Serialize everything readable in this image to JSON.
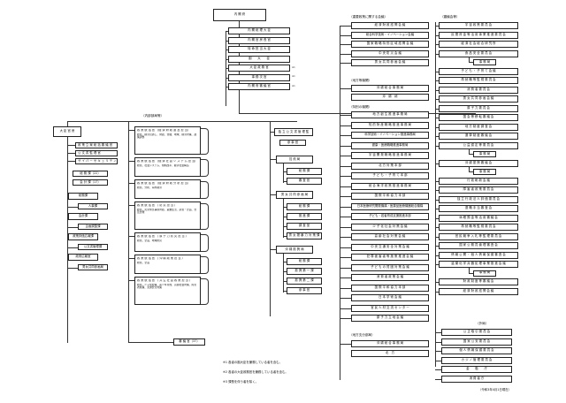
{
  "top": {
    "cabinet": "内 閣 府"
  },
  "ministers_column": [
    "内 閣 総 理 大 臣",
    "内 閣 官 房 長 官",
    "特 命 担 当 大 臣",
    "副　　大　　臣",
    "大 臣 政 務 官",
    "事 務 次 官",
    "内 閣 府 審 議 官"
  ],
  "ministers_sup": [
    "※1",
    "※1",
    "※1"
  ],
  "council_header": "（重要政策に関する会議）",
  "councils": [
    "経 済 財 政 諮 問 会 議",
    "総合科学技術・イノベーション会議",
    "国 家 戦 略 特 別 区 域 諮 問 会 議",
    "中 央 防 災 会 議",
    "男 女 共 同 参 画 会 議"
  ],
  "regional_header": "（地方等機関）",
  "regional": [
    "沖 縄 総 合 事 務 局",
    "沖　縄　綜"
  ],
  "special_header": "（特別の機関）",
  "special_orgs": [
    "地 方 創 生 推 進 事 務 局",
    "知 的 財 産 戦 略 推 進 事 務 局",
    "科学技術・イノベーション推進事務局",
    "健康・医療戦略推進事務局",
    "宇 宙 開 発 戦 略 推 進 事 務 局",
    "北 方 対 策 本 部",
    "子 ど も ・ 子 育 て 本 部",
    "総 合 海 洋 政 策 推 進 事 務 局",
    "国 際 平 和 協 力 本 部",
    "日本医療研究開発機構・医薬品医療機器総合機構",
    "子ども・若者育成支援推進本部",
    "少 子 化 社 会 対 策 会 議",
    "高 齢 社 会 対 策 会 議",
    "中 央 交 通 安 全 対 策 会 議",
    "犯 罪 被 害 者 等 施 策 推 進 会 議",
    "子 ど も の 貧 困 対 策 会 議",
    "消 費 者 政 策 会 議",
    "国 際 平 和 協 力 本 部",
    "日 本 学 術 会 議",
    "官 民 人 材 交 流 セ ン タ ー",
    "原 子 力 立 地 会 議"
  ],
  "local_header": "（地方支分部局）",
  "local": [
    "沖 縄 総 合 事 務 局",
    "北　方"
  ],
  "shingikai_header": "（審議会等）",
  "shingikai": [
    "宇 宙 政 策 委 員 会",
    "民 間 資 金 等 活 用 事 業 推 進 委 員 会",
    "経 済 社 会 総 合 研 究 所",
    "食 品 安 全 委 員 会",
    "子 ど も ・ 子 育 て 会 議",
    "再 就 職 等 監 視 委 員 会",
    "消 費 者 委 員 会",
    "男 女 共 同 参 画 会 議",
    "原 子 力 委 員 会",
    "国 会 等 移 転 審 議 会",
    "地 方 制 度 調 査 会",
    "選 挙 制 度 審 議 会",
    "公 益 認 定 等 委 員 会",
    "沖 縄 振 興 審 議 会",
    "行 政 刷 新 会 議",
    "障 害 者 政 策 委 員 会",
    "独 立 行 政 法 人 評 価 委 員 会",
    "退 職 手 当 審 査 会",
    "休 眠 預 金 等 活 用 審 議 会",
    "再 就 職 等 監 視 委 員 会",
    "官 民 競 争 入 札 等 監 理 委 員 会",
    "国 家 公 務 員 倫 理 審 査 会",
    "情 報 公 開 ・ 個 人 情 報 保 護 審 査 会",
    "遺 棄 化 学 兵 器 処 理 事 業 推 進 会 議",
    "財 政 制 度 等 審 議 会",
    "経 済 財 政 諮 問 会 議"
  ],
  "shingikai_sub": [
    "事 務 局",
    "事 務 局",
    "事 務 局",
    "事 務 局"
  ],
  "gaikyoku_header": "（外局）",
  "gaikyoku": [
    "公 正 取 引 委 員 会",
    "国 家 公 安 委 員 会",
    "個 人 情 報 保 護 委 員 会",
    "カ ジ ノ 管 理 委 員 会",
    "金　　融　　庁",
    "消 費 者 庁"
  ],
  "naibu_header": "（内部部局等）",
  "secretariat": {
    "label": "大 臣 官 房",
    "items": [
      "政 策 立 案 総 括 審 議 官",
      "公 文 書 監 理 官",
      "サ イ バ ー セ キ ュ リ テ ィ"
    ],
    "divs": [
      "総務課",
      "人事課",
      "会計課",
      "企画調整課",
      "政策評価広報課",
      "公文書管理課",
      "政府広報室",
      "男女共同参画局"
    ],
    "extra": [
      "総 務 課（22）",
      "会 計 課（17）"
    ]
  },
  "policy_group": {
    "label": "政 策 統 括 官",
    "units": [
      {
        "title": "政 策 統 括 官\n（経 済 財 政 運 営 担 当）",
        "desc": "総括、経済見通し、財政、金融、地域、経済対策、政策調整"
      },
      {
        "title": "政 策 統 括 官\n（経 済 社 会 シ ス テ ム 担 当）",
        "desc": "総括、社会システム、規制改革、経済社会構造"
      },
      {
        "title": "政 策 統 括 官\n（経 済 財 政 分 析 担 当）",
        "desc": "総括、分析、海外経済"
      },
      {
        "title": "政 策 統 括 官\n（ 防 災 担 当 ）",
        "desc": "総括、災害緊急事態対処、避難生活、調査・企画、普及啓発"
      },
      {
        "title": "政 策 統 括 官\n（ 原 子 力 防 災 担 当 ）",
        "desc": "総括、企画、地域防災"
      },
      {
        "title": "政 策 統 括 官\n（ 沖 縄 政 策 担 当 ）",
        "desc": "総括、企画"
      },
      {
        "title": "政 策 統 括 官\n（ 共 生 社 会 政 策 担 当 ）",
        "desc": "総括、少子化対策、青少年育成、高齢社会対策、障害者施策、交通安全対策"
      }
    ],
    "audit": "審 議 官（37）"
  },
  "mid_group": [
    {
      "label": "賞 勲 局",
      "items": [
        "総 務 課",
        "審 査 官"
      ]
    },
    {
      "label": "男 女 共 同 参 画 局",
      "items": [
        "総 務 課",
        "推 進 課",
        "調 査 室",
        "男 女 間 暴 力 対 策 課"
      ]
    },
    {
      "label": "沖 縄 振 興 局",
      "items": [
        "総 務 課",
        "振 興 第 一 課",
        "振 興 第 二 課",
        "参 事 官"
      ]
    }
  ],
  "public_doc": {
    "label": "独 立 公 文 書 管 理 監",
    "sub": "参 事 官"
  },
  "footnotes": [
    "※1 各省の副大臣を兼務している者を含む。",
    "※2 各省の大臣政務官を兼務している者を含む。",
    "※3 課長を伴う者を除く。"
  ],
  "date": "（令和3年4月1日現在）"
}
